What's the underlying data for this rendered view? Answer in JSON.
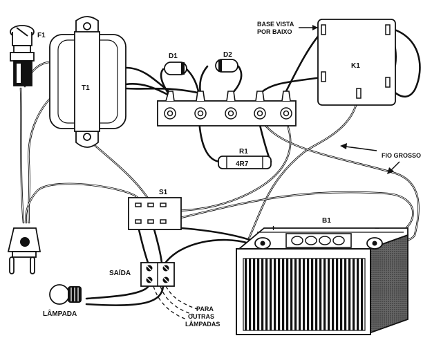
{
  "labels": {
    "f1": "F1",
    "t1": "T1",
    "d1": "D1",
    "d2": "D2",
    "r1": "R1",
    "r1_value": "4R7",
    "k1": "K1",
    "base_line1": "BASE VISTA",
    "base_line2": "POR BAIXO",
    "fio_grosso": "FIO GROSSO",
    "s1": "S1",
    "b1": "B1",
    "plus": "+",
    "minus": "−",
    "saida": "SAÍDA",
    "lampada": "LÂMPADA",
    "para_line1": "PARA",
    "para_line2": "OUTRAS",
    "para_line3": "LÂMPADAS"
  },
  "colors": {
    "ink": "#111111",
    "paper": "#ffffff",
    "battery_shade": "#555555"
  },
  "icons": [
    "fuse-holder-icon",
    "plug-icon",
    "transformer-icon",
    "diode-icon",
    "resistor-icon",
    "relay-icon",
    "switch-icon",
    "battery-icon",
    "lamp-icon",
    "terminal-block-icon"
  ]
}
